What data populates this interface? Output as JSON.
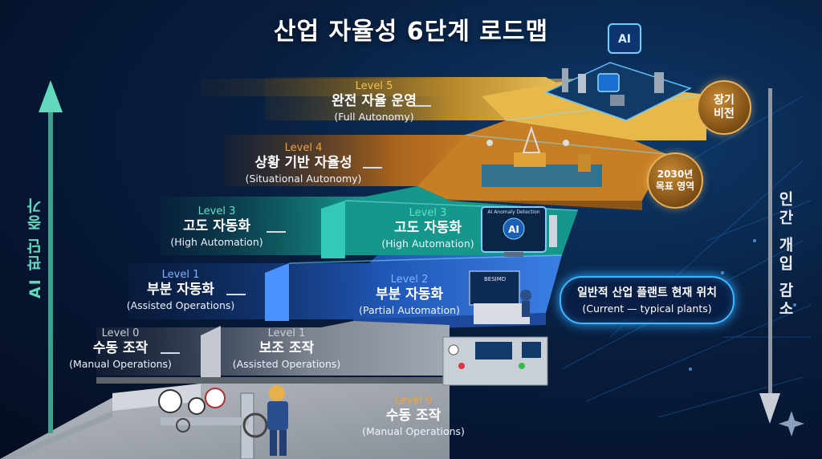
{
  "title": "산업 자율성 6단계 로드맵",
  "left_axis": "AI 판단 증가",
  "right_axis": "인간 개입 감소",
  "badges": {
    "long_term": "장기\n비전",
    "target": "2030년\n목표 영역"
  },
  "current_position": {
    "ko": "일반적 산업 플랜트 현재 위치",
    "en": "(Current — typical plants)"
  },
  "left_labels": [
    {
      "level": "Level 5",
      "ko": "완전 자율 운영",
      "en": "(Full Autonomy)",
      "color": "gold"
    },
    {
      "level": "Level 4",
      "ko": "상황 기반 자율성",
      "en": "(Situational Autonomy)",
      "color": "orange"
    },
    {
      "level": "Level 3",
      "ko": "고도 자동화",
      "en": "(High Automation)",
      "color": "teal"
    },
    {
      "level": "Level 1",
      "ko": "부분 자동화",
      "en": "(Assisted Operations)",
      "color": "blue"
    },
    {
      "level": "Level 0",
      "ko": "수동 조작",
      "en": "(Manual Operations)",
      "color": "gray"
    }
  ],
  "stair_labels": [
    {
      "level": "Level 1",
      "ko": "보조 조작",
      "en": "(Assisted Operations)"
    },
    {
      "level": "Level 2",
      "ko": "부분 자동화",
      "en": "(Partial Automation)"
    },
    {
      "level": "Level 3",
      "ko": "고도 자동화",
      "en": "(High Automation)"
    },
    {
      "level": "Level 0",
      "ko": "수동 조작",
      "en": "(Manual Operations)"
    }
  ],
  "icons": {
    "ai_chip": "AI",
    "monitor_ai": "AI",
    "monitor_caption": "AI Anomaly Detection",
    "control_room_caption": "BESIMD"
  },
  "colors": {
    "gold": "#e7b33c",
    "orange": "#c97a1f",
    "teal": "#19a89a",
    "blue": "#2f6fd6",
    "gray": "#9aa1ab",
    "glow": "#43b5ff"
  }
}
